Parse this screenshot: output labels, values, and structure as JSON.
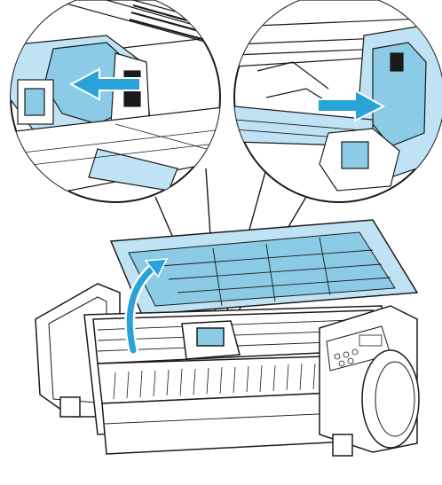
{
  "illustration": {
    "subject": "large-format-printer-top-cover-open",
    "callouts": [
      {
        "id": "left-detail",
        "arrow_direction": "left"
      },
      {
        "id": "right-detail",
        "arrow_direction": "right"
      }
    ],
    "action_arrow": "open-cover-upward"
  },
  "colors": {
    "outline": "#1a1a1a",
    "body": "#ffffff",
    "light_blue": "#bfe3f4",
    "mid_blue": "#8ccbe6",
    "arrow_blue": "#29a3d8",
    "shadow_gray": "#d9d9d9"
  },
  "icons": [
    "left-arrow-icon",
    "right-arrow-icon",
    "curved-up-arrow-icon"
  ]
}
